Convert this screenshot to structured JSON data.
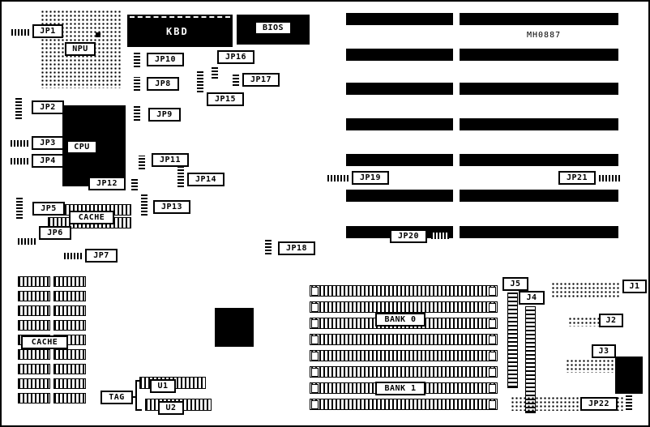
{
  "part_number": "MH0887",
  "labels": {
    "jp1": "JP1",
    "jp2": "JP2",
    "jp3": "JP3",
    "jp4": "JP4",
    "jp5": "JP5",
    "jp6": "JP6",
    "jp7": "JP7",
    "jp8": "JP8",
    "jp9": "JP9",
    "jp10": "JP10",
    "jp11": "JP11",
    "jp12": "JP12",
    "jp13": "JP13",
    "jp14": "JP14",
    "jp15": "JP15",
    "jp16": "JP16",
    "jp17": "JP17",
    "jp18": "JP18",
    "jp19": "JP19",
    "jp20": "JP20",
    "jp21": "JP21",
    "jp22": "JP22",
    "j1": "J1",
    "j2": "J2",
    "j3": "J3",
    "j4": "J4",
    "j5": "J5",
    "npu": "NPU",
    "cpu": "CPU",
    "kbd": "KBD",
    "bios": "BIOS",
    "cache_top": "CACHE",
    "cache_left": "CACHE",
    "bank0": "BANK 0",
    "bank1": "BANK 1",
    "tag": "TAG",
    "u1": "U1",
    "u2": "U2"
  }
}
